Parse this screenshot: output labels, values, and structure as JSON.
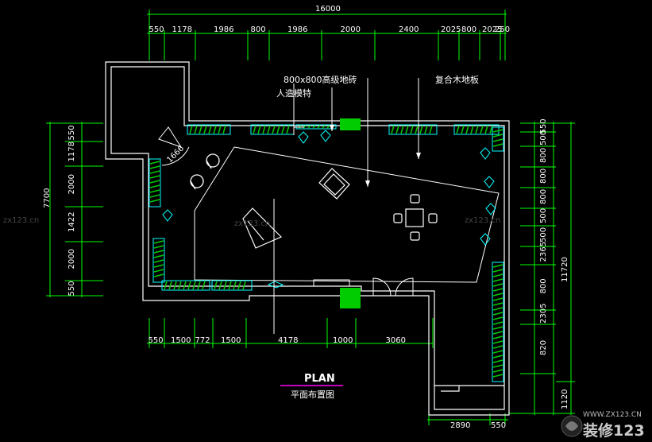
{
  "overall_width": "16000",
  "top_dims": [
    "550",
    "1178",
    "1986",
    "800",
    "1986",
    "2000",
    "2400",
    "2025",
    "800",
    "2025",
    "250"
  ],
  "bottom_dims": [
    "550",
    "1500",
    "772",
    "1500",
    "4178",
    "1000",
    "3060"
  ],
  "bottom_right_dims": [
    "2890",
    "550"
  ],
  "left_dims": [
    "550",
    "1178",
    "2000",
    "1422",
    "2000",
    "550"
  ],
  "left_total": "7700",
  "right_dims_inner": [
    "550",
    "500",
    "800",
    "800",
    "800",
    "500",
    "500",
    "2365",
    "800",
    "2305",
    "820"
  ],
  "right_dims_outer": [
    "11720",
    "1120"
  ],
  "door_dim": "1666",
  "annotations": {
    "tile": "800x800高级地砖",
    "mannequin": "人造模特",
    "wood_floor": "复合木地板"
  },
  "title": "PLAN",
  "subtitle": "平面布置图",
  "watermarks": [
    "zx123.cn",
    "zx123.cn",
    "zx123.cn"
  ],
  "brand": {
    "url": "WWW.ZX123.CN",
    "name": "装修123"
  },
  "colors": {
    "wall": "#ffffff",
    "dim": "#00ff00",
    "fixture": "#00ffff",
    "accent": "#ff00ff",
    "block": "#00cc00"
  }
}
